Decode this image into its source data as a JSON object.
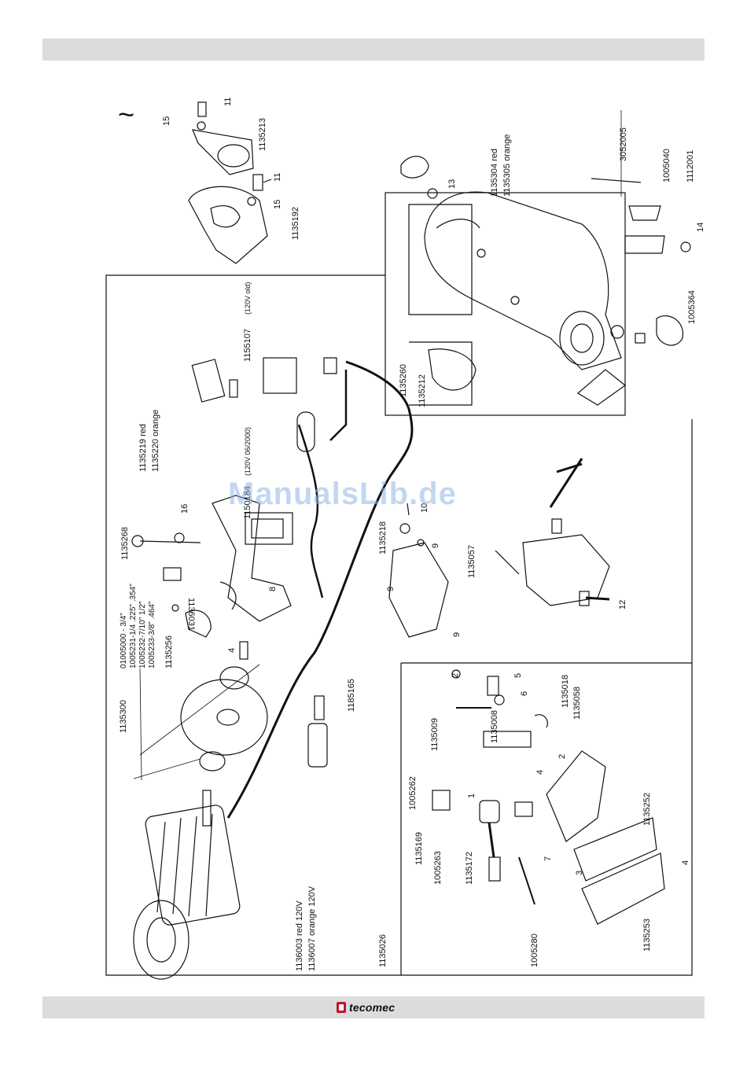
{
  "brand": {
    "name": "tecomec"
  },
  "watermark": "ManualsLib.de",
  "symbol": "~",
  "parts": {
    "p1135213": "1135213",
    "p1135192": "1135192",
    "p11a": "11",
    "p11b": "11",
    "p15a": "15",
    "p15b": "15",
    "p1135304": "1135304 red",
    "p1135305": "1135305 orange",
    "p13": "13",
    "p3052005": "3052005",
    "p1005040": "1005040",
    "p1112001": "1112001",
    "p14": "14",
    "p1005364": "1005364",
    "p1135260": "1135260",
    "p1135212": "1135212",
    "p1155107": "1155107",
    "p1155107n": "(120V old)",
    "p1155184": "1150184",
    "p1155184n": "(120V 06/2000)",
    "p1135219": "1135219 red",
    "p1135220": "1135220 orange",
    "p1135268": "1135268",
    "p16": "16",
    "p1136031": "1136031",
    "p8": "8",
    "p1135218": "1135218",
    "p10": "10",
    "p9a": "9",
    "p9b": "9",
    "p9c": "9",
    "p1135057": "1135057",
    "p12": "12",
    "p01005000": "01005000 - 3/4\"",
    "p1005231": "1005231-1/4 .225\" .354\"",
    "p1005232": "1005232-7/10\" 1/2\"",
    "p1005233": "1005233-3/8\" .464\"",
    "p1135256": "1135256",
    "p4a": "4",
    "p1135300": "1135300",
    "p1185165": "1185165",
    "p1136003": "1136003 red 120V",
    "p1136007": "1136007 orange 120V",
    "p1135026": "1135026",
    "p2a": "2",
    "p5": "5",
    "p6": "6",
    "p1135018": "1135018",
    "p1135058": "1135058",
    "p1135009": "1135009",
    "p1135008": "1135008",
    "p4b": "4",
    "p2b": "2",
    "p1005262": "1005262",
    "p1": "1",
    "p1135169": "1135169",
    "p1005263": "1005263",
    "p1135172": "1135172",
    "p7": "7",
    "p3": "3",
    "p1135252": "1135252",
    "p4c": "4",
    "p1005280": "1005280",
    "p1135253": "1135253"
  }
}
